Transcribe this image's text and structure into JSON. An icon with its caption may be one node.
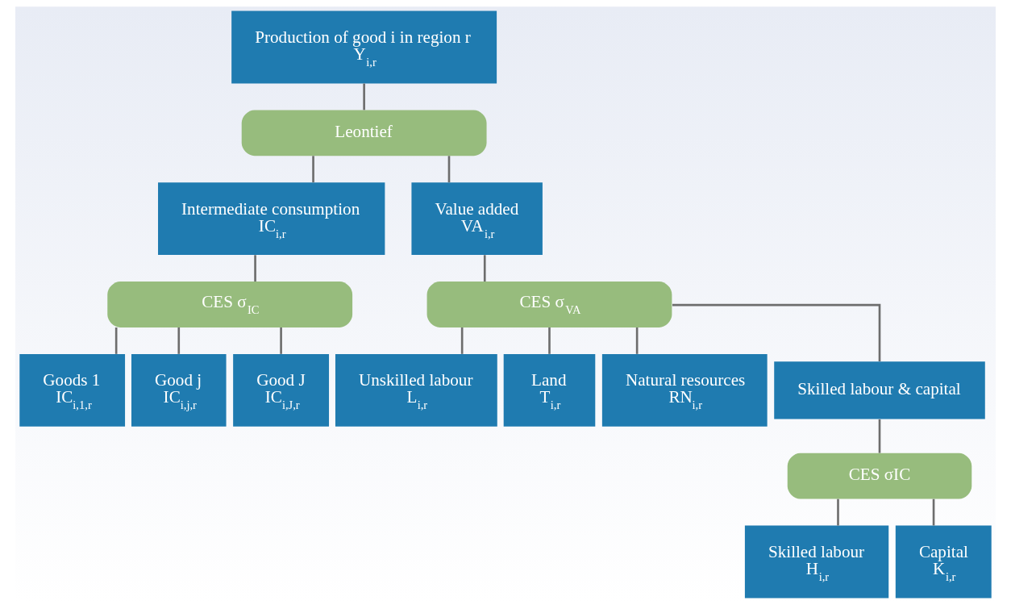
{
  "diagram": {
    "nodes": [
      {
        "text": [
          "Production of good i in region r",
          "Y$_{i,r}$"
        ]
      },
      {
        "text": [
          "Leontief"
        ]
      },
      {
        "text": [
          "Intermediate consumption",
          "IC$_{i,r}$"
        ]
      },
      {
        "text": [
          "Value added",
          "VA$_{i,r}$"
        ]
      },
      {
        "text": [
          "CES σ$_{IC}$"
        ]
      },
      {
        "text": [
          "CES σ$_{VA}$"
        ]
      },
      {
        "text": [
          "Goods 1",
          "IC$_{i,1,r}$"
        ]
      },
      {
        "text": [
          "Good j",
          "IC$_{i,j,r}$"
        ]
      },
      {
        "text": [
          "Good J",
          "IC$_{i,J,r}$"
        ]
      },
      {
        "text": [
          "Unskilled labour",
          "L$_{i,r}$"
        ]
      },
      {
        "text": [
          "Land",
          "T$_{i,r}$"
        ]
      },
      {
        "text": [
          "Natural resources",
          "RN$_{i,r}$"
        ]
      },
      {
        "text": [
          "Skilled labour & capital"
        ]
      },
      {
        "text": [
          "CES σIC"
        ]
      },
      {
        "text": [
          "Skilled labour",
          "H$_{i,r}$"
        ]
      },
      {
        "text": [
          "Capital",
          "K$_{i,r}$"
        ]
      }
    ],
    "edges": [
      {
        "from": 0,
        "to": 1,
        "arrow": "none"
      },
      {
        "from": 1,
        "to": 2,
        "arrow": "none"
      },
      {
        "from": 1,
        "to": 3,
        "arrow": "none"
      },
      {
        "from": 2,
        "to": 4,
        "arrow": "none"
      },
      {
        "from": 4,
        "to": 6,
        "arrow": "none"
      },
      {
        "from": 4,
        "to": 7,
        "arrow": "none"
      },
      {
        "from": 4,
        "to": 8,
        "arrow": "none"
      },
      {
        "from": 3,
        "to": 5,
        "arrow": "none"
      },
      {
        "from": 5,
        "to": 9,
        "arrow": "none"
      },
      {
        "from": 5,
        "to": 10,
        "arrow": "none"
      },
      {
        "from": 5,
        "to": 11,
        "arrow": "none"
      },
      {
        "from": 5,
        "to": 12,
        "arrow": "none"
      },
      {
        "from": 12,
        "to": 13,
        "arrow": "none"
      },
      {
        "from": 13,
        "to": 14,
        "arrow": "none"
      },
      {
        "from": 13,
        "to": 15,
        "arrow": "none"
      }
    ]
  }
}
